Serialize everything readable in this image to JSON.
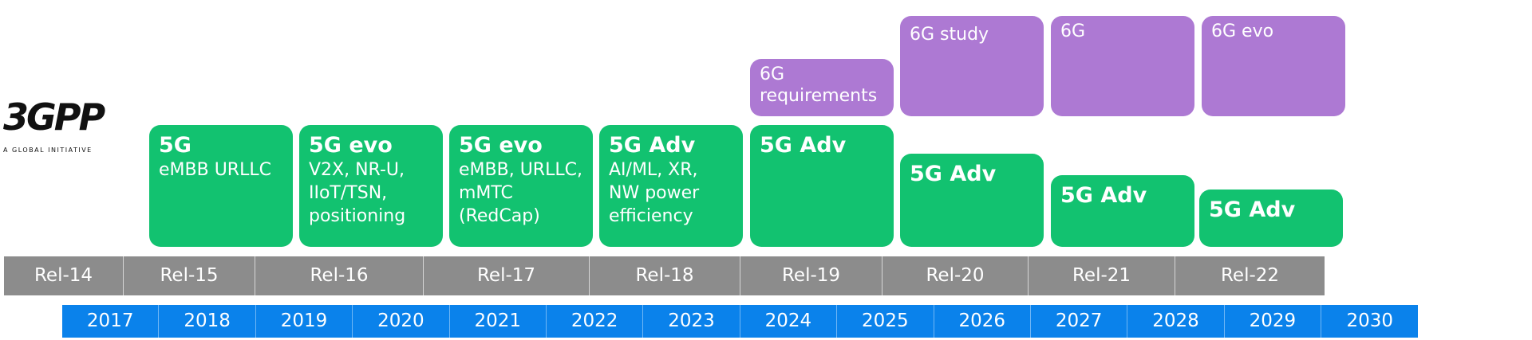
{
  "logo": {
    "mark": "3GPP",
    "tagline": "A GLOBAL INITIATIVE"
  },
  "green_boxes": [
    {
      "title": "5G",
      "sub": "eMBB URLLC"
    },
    {
      "title": "5G evo",
      "sub": "V2X, NR-U,\nIIoT/TSN,\npositioning"
    },
    {
      "title": "5G evo",
      "sub": "eMBB, URLLC,\nmMTC\n(RedCap)"
    },
    {
      "title": "5G Adv",
      "sub": "AI/ML, XR,\nNW power\nefficiency"
    },
    {
      "title": "5G Adv",
      "sub": ""
    },
    {
      "title": "5G Adv",
      "sub": ""
    },
    {
      "title": "5G Adv",
      "sub": ""
    },
    {
      "title": "5G Adv",
      "sub": ""
    }
  ],
  "purple_boxes": [
    {
      "title": "6G\nrequirements"
    },
    {
      "title": "6G study"
    },
    {
      "title": "6G"
    },
    {
      "title": "6G evo"
    }
  ],
  "releases": [
    "Rel-14",
    "Rel-15",
    "Rel-16",
    "Rel-17",
    "Rel-18",
    "Rel-19",
    "Rel-20",
    "Rel-21",
    "Rel-22"
  ],
  "years": [
    "2017",
    "2018",
    "2019",
    "2020",
    "2021",
    "2022",
    "2023",
    "2024",
    "2025",
    "2026",
    "2027",
    "2028",
    "2029",
    "2030"
  ],
  "colors": {
    "green": "#12c270",
    "purple": "#ad79d3",
    "grey": "#8c8c8c",
    "blue": "#0a82eb"
  }
}
